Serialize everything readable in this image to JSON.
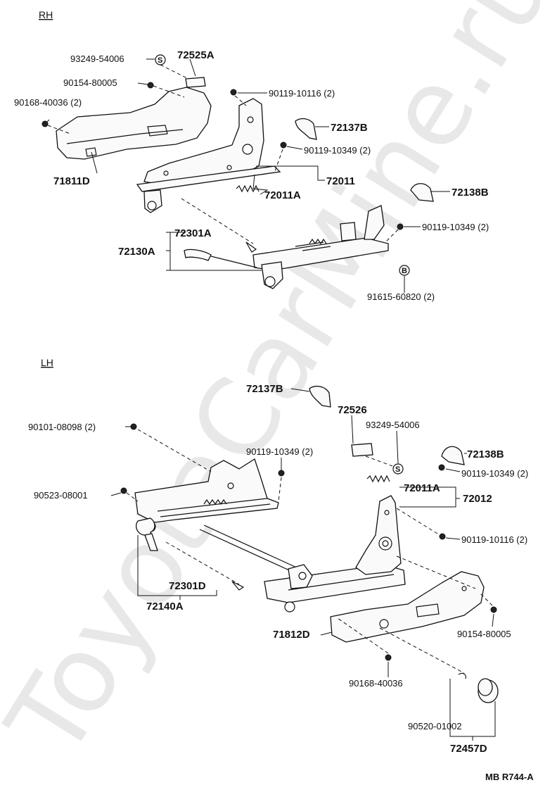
{
  "sections": {
    "rh": "RH",
    "lh": "LH"
  },
  "watermark": "ToyotaCarMine.ru",
  "diagram_code": "MB R744-A",
  "symbols": {
    "s": "S",
    "b": "B"
  },
  "rh_labels": {
    "p93249": "93249-54006",
    "p72525A": "72525A",
    "p90154": "90154-80005",
    "p90119_10116": "90119-10116 (2)",
    "p90168": "90168-40036 (2)",
    "p72137B": "72137B",
    "p90119_10349a": "90119-10349 (2)",
    "p71811D": "71811D",
    "p72011": "72011",
    "p72011A": "72011A",
    "p72138B": "72138B",
    "p90119_10349b": "90119-10349 (2)",
    "p72301A": "72301A",
    "p72130A": "72130A",
    "p91615": "91615-60820 (2)"
  },
  "lh_labels": {
    "p72137B": "72137B",
    "p72526": "72526",
    "p93249": "93249-54006",
    "p90101": "90101-08098 (2)",
    "p72138B": "72138B",
    "p90119_10349a": "90119-10349 (2)",
    "p90119_10349b": "90119-10349 (2)",
    "p90523": "90523-08001",
    "p72011A": "72011A",
    "p72012": "72012",
    "p90119_10116": "90119-10116 (2)",
    "p72301D": "72301D",
    "p72140A": "72140A",
    "p71812D": "71812D",
    "p90154": "90154-80005",
    "p90168": "90168-40036",
    "p90520": "90520-01002",
    "p72457D": "72457D"
  }
}
